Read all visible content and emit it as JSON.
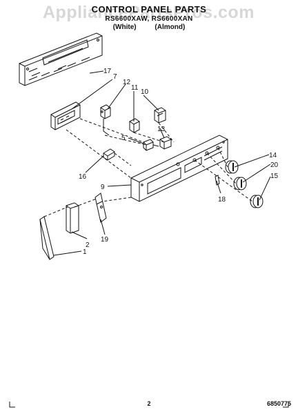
{
  "watermark": "AppliancePartsPros.com",
  "header": {
    "title": "CONTROL PANEL PARTS",
    "model_line": "RS6600XAW, RS6600XAN",
    "variants": [
      "(White)",
      "(Almond)"
    ]
  },
  "callouts": [
    {
      "id": "17",
      "part": "rear-cover"
    },
    {
      "id": "7",
      "part": "clock-timer"
    },
    {
      "id": "12",
      "part": "switch"
    },
    {
      "id": "11",
      "part": "switch"
    },
    {
      "id": "10",
      "part": "switch"
    },
    {
      "id": "13",
      "part": "switch"
    },
    {
      "id": "5",
      "part": "indicator-light"
    },
    {
      "id": "16",
      "part": "clip"
    },
    {
      "id": "9",
      "part": "control-panel"
    },
    {
      "id": "14",
      "part": "knob"
    },
    {
      "id": "20",
      "part": "knob"
    },
    {
      "id": "15",
      "part": "knob"
    },
    {
      "id": "18",
      "part": "spring-clip"
    },
    {
      "id": "2",
      "part": "end-cap"
    },
    {
      "id": "19",
      "part": "end-cap-bracket"
    },
    {
      "id": "1",
      "part": "end-cap"
    }
  ],
  "footer": {
    "page_number": "2",
    "doc_number": "6850775"
  }
}
